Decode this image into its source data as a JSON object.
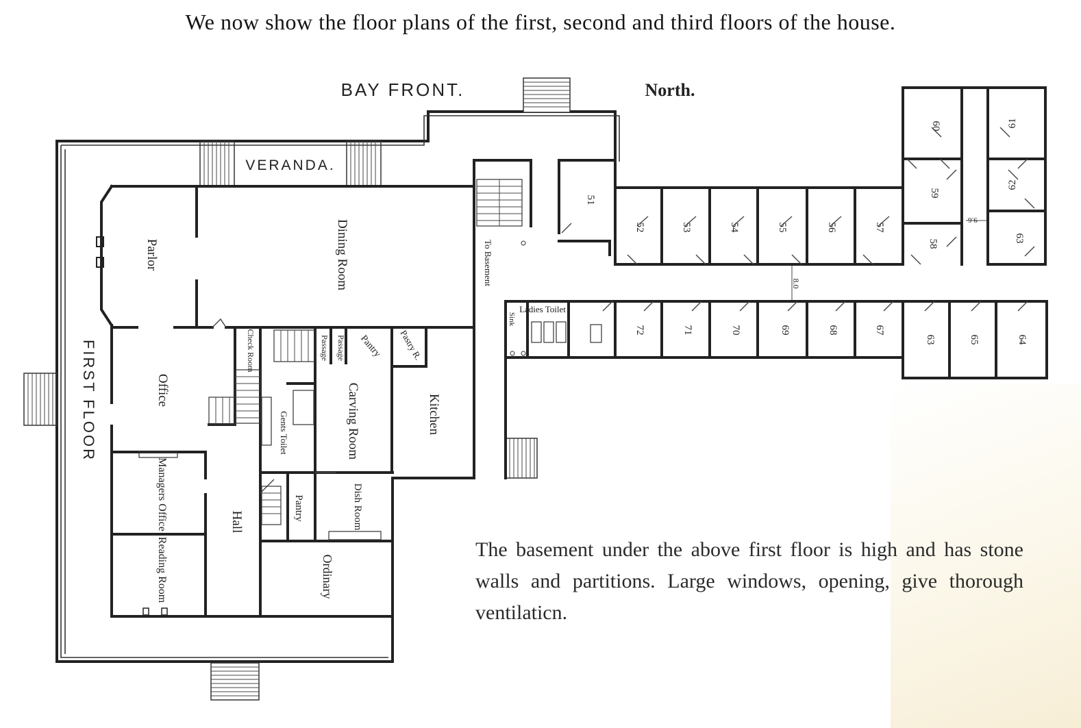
{
  "heading": "We now show the floor plans of the first, second and third floors of the house.",
  "labels": {
    "bay_front": "BAY FRONT.",
    "north": "North.",
    "veranda": "VERANDA.",
    "first_floor": "FIRST FLOOR",
    "dimension_a": "8.0",
    "dimension_b": "9.6"
  },
  "rooms": {
    "parlor": "Parlor",
    "dining_room": "Dining Room",
    "to_basement": "To Basement",
    "office": "Office",
    "check_room": "Check Room",
    "passage_1": "Passage",
    "passage_2": "Passage",
    "pantry_upper": "Pantry",
    "pastry_r": "Pastry R.",
    "carving_room": "Carving Room",
    "kitchen": "Kitchen",
    "gents_toilet": "Gents Toilet",
    "managers_office": "Managers Office",
    "hall": "Hall",
    "pantry_lower": "Pantry",
    "dish_room": "Dish Room",
    "reading_room": "Reading Room",
    "ordinary": "Ordinary",
    "ladies_toilet": "Ladies Toilet",
    "sink": "Sink"
  },
  "room_numbers": {
    "r51": "51",
    "r52": "52",
    "r53": "53",
    "r54": "54",
    "r55": "55",
    "r56": "56",
    "r57": "57",
    "r58": "58",
    "r59": "59",
    "r60": "60",
    "r61": "61",
    "r62": "62",
    "r63a": "63",
    "r63b": "63",
    "r64": "64",
    "r65": "65",
    "r67": "67",
    "r68": "68",
    "r69": "69",
    "r70": "70",
    "r71": "71",
    "r72": "72"
  },
  "caption": "The basement under the above first floor is high and has stone walls and partitions. Large windows, opening, give thorough ventilaticn."
}
